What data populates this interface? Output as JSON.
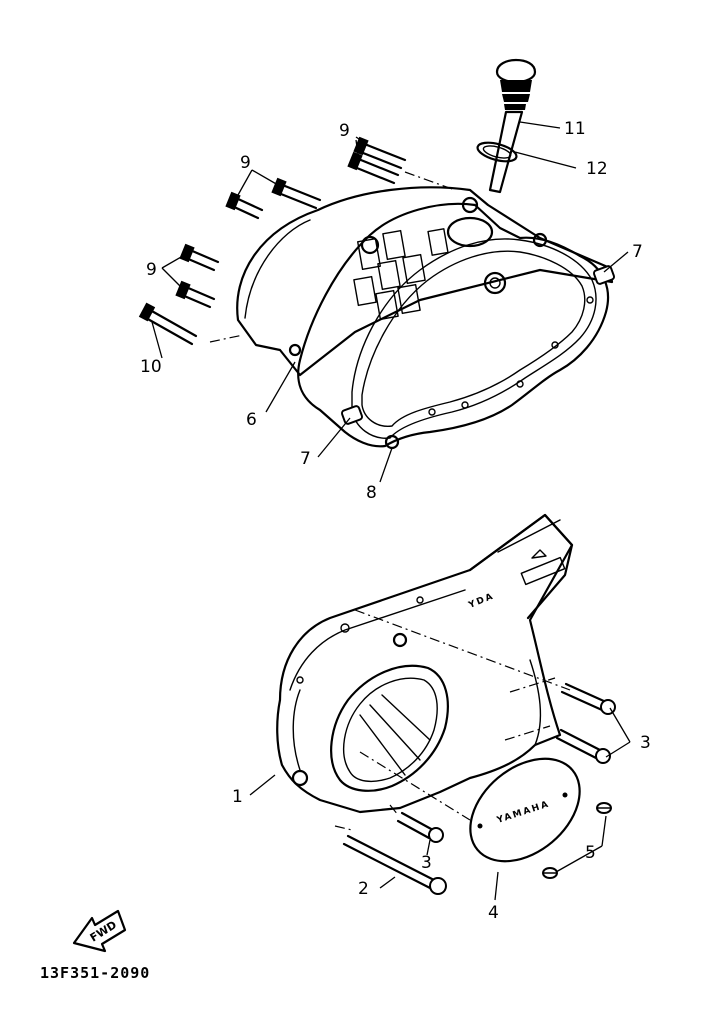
{
  "callouts": {
    "c1": "1",
    "c2": "2",
    "c3a": "3",
    "c3b": "3",
    "c4": "4",
    "c5": "5",
    "c6": "6",
    "c7a": "7",
    "c7b": "7",
    "c8": "8",
    "c9a": "9",
    "c9b": "9",
    "c9c": "9",
    "c10": "10",
    "c11": "11",
    "c12": "12"
  },
  "cover_brand": "YAMAHA",
  "fwd_label": "FWD",
  "diagram_code": "13F351-2090"
}
